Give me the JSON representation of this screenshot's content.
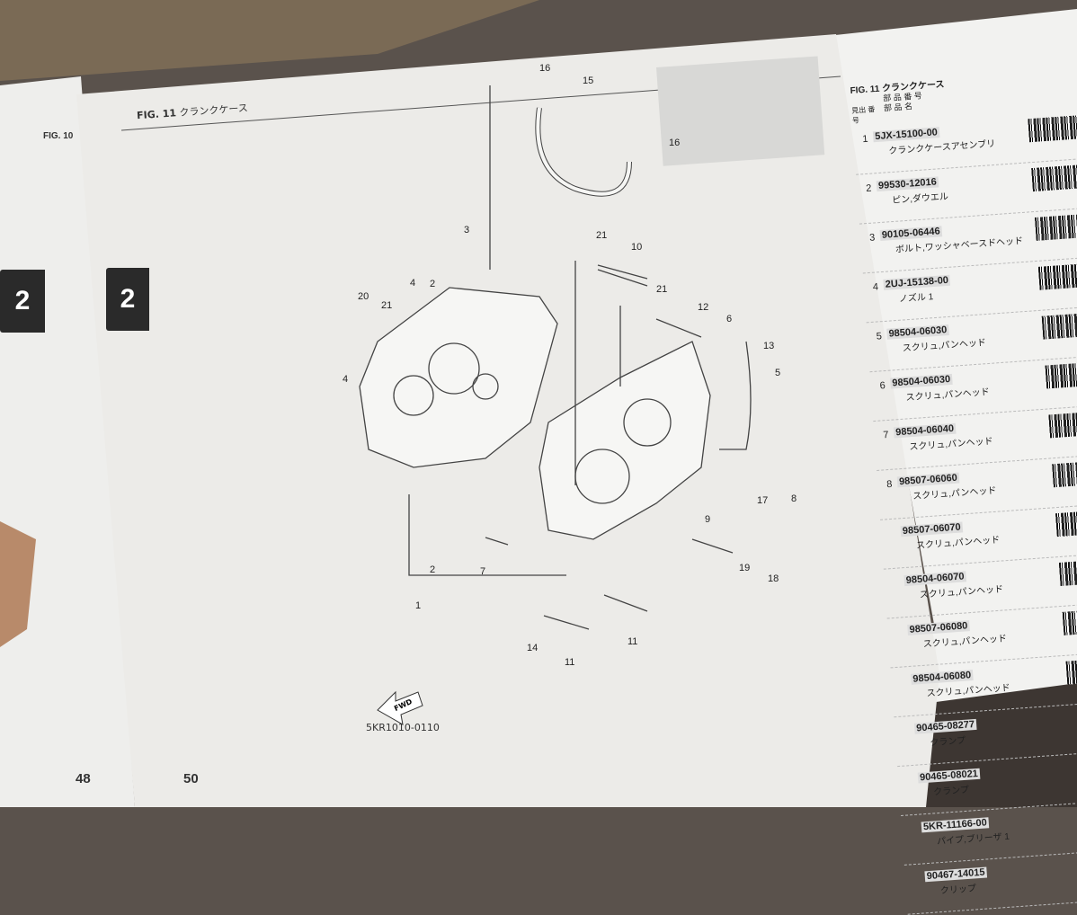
{
  "left_page": {
    "fig_label": "FIG. 10",
    "section_tab": "2",
    "page_number": "48"
  },
  "main_page": {
    "fig_label": "FIG. 11",
    "title": "クランクケース",
    "section_tab": "2",
    "page_number": "50",
    "diagram_code": "5KR1010-0110",
    "fwd_label": "FWD",
    "callouts": [
      "16",
      "15",
      "16",
      "3",
      "21",
      "10",
      "20",
      "21",
      "4",
      "2",
      "21",
      "12",
      "6",
      "13",
      "5",
      "4",
      "17",
      "8",
      "9",
      "19",
      "18",
      "7",
      "2",
      "1",
      "14",
      "11",
      "11"
    ]
  },
  "right_page": {
    "fig_label": "FIG. 11",
    "title": "クランクケース",
    "col_ref": "見出 番号",
    "col_part": "部 品 番 号",
    "col_name": "部 品 名",
    "items": [
      {
        "num": "1",
        "part": "5JX-15100-00",
        "name": "クランクケースアセンブリ"
      },
      {
        "num": "2",
        "part": "99530-12016",
        "name": "ピン,ダウエル"
      },
      {
        "num": "3",
        "part": "90105-06446",
        "name": "ボルト,ワッシャベースドヘッド"
      },
      {
        "num": "4",
        "part": "2UJ-15138-00",
        "name": "ノズル 1"
      },
      {
        "num": "5",
        "part": "98504-06030",
        "name": "スクリュ,パンヘッド"
      },
      {
        "num": "6",
        "part": "98504-06030",
        "name": "スクリュ,パンヘッド"
      },
      {
        "num": "7",
        "part": "98504-06040",
        "name": "スクリュ,パンヘッド"
      },
      {
        "num": "8",
        "part": "98507-06060",
        "name": "スクリュ,パンヘッド"
      },
      {
        "num": "",
        "part": "98507-06070",
        "name": "スクリュ,パンヘッド"
      },
      {
        "num": "",
        "part": "98504-06070",
        "name": "スクリュ,パンヘッド"
      },
      {
        "num": "",
        "part": "98507-06080",
        "name": "スクリュ,パンヘッド"
      },
      {
        "num": "",
        "part": "98504-06080",
        "name": "スクリュ,パンヘッド"
      },
      {
        "num": "",
        "part": "90465-08277",
        "name": "クランプ"
      },
      {
        "num": "",
        "part": "90465-08021",
        "name": "クランプ"
      },
      {
        "num": "",
        "part": "5KR-11166-00",
        "name": "パイプ,ブリーザ 1"
      },
      {
        "num": "",
        "part": "90467-14015",
        "name": "クリップ"
      }
    ]
  }
}
